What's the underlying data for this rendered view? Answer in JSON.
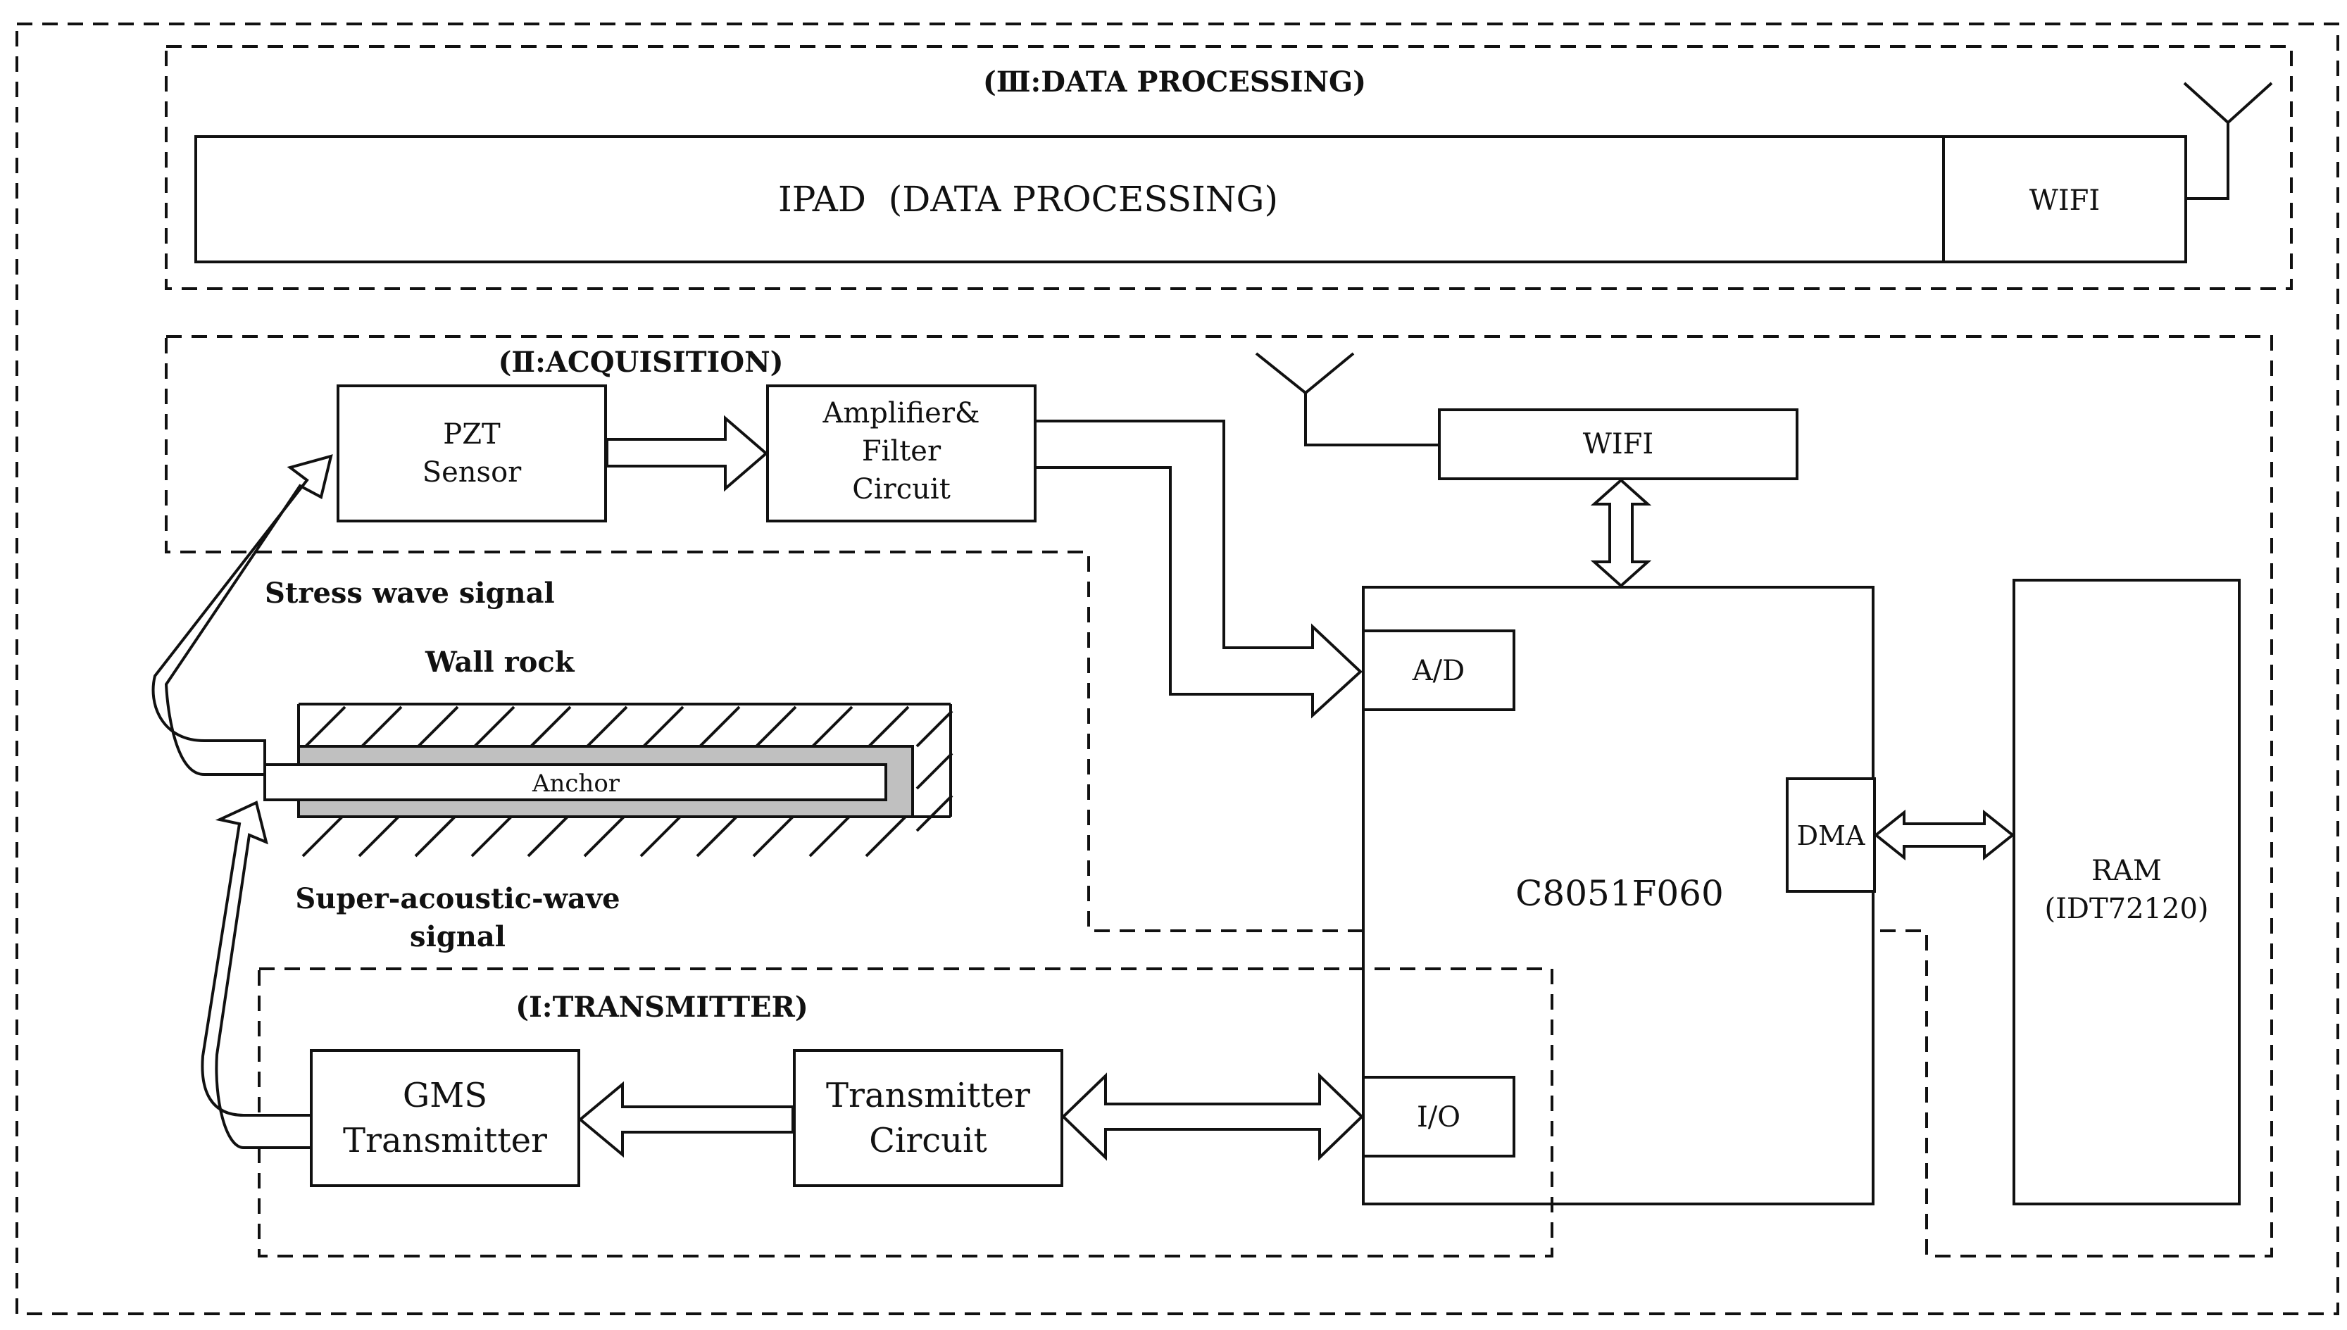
{
  "sections": {
    "data_processing": "(Ⅲ:DATA PROCESSING)",
    "acquisition": "(Ⅱ:ACQUISITION)",
    "transmitter": "(Ⅰ:TRANSMITTER)"
  },
  "blocks": {
    "ipad": "IPAD  (DATA PROCESSING)",
    "wifi_top": "WIFI",
    "pzt_line1": "PZT",
    "pzt_line2": "Sensor",
    "amp_line1": "Amplifier&",
    "amp_line2": "Filter",
    "amp_line3": "Circuit",
    "wifi_mid": "WIFI",
    "ad": "A/D",
    "dma": "DMA",
    "mcu": "C8051F060",
    "ram_line1": "RAM",
    "ram_line2": "(IDT72120)",
    "io": "I/O",
    "gms_line1": "GMS",
    "gms_line2": "Transmitter",
    "tx_line1": "Transmitter",
    "tx_line2": "Circuit",
    "anchor": "Anchor"
  },
  "labels": {
    "stress_wave": "Stress wave signal",
    "wall_rock": "Wall rock",
    "super_line1": "Super-acoustic-wave",
    "super_line2": "signal"
  },
  "colors": {
    "line": "#111111",
    "anchor_sleeve": "#c0c0c0",
    "background": "#ffffff"
  }
}
